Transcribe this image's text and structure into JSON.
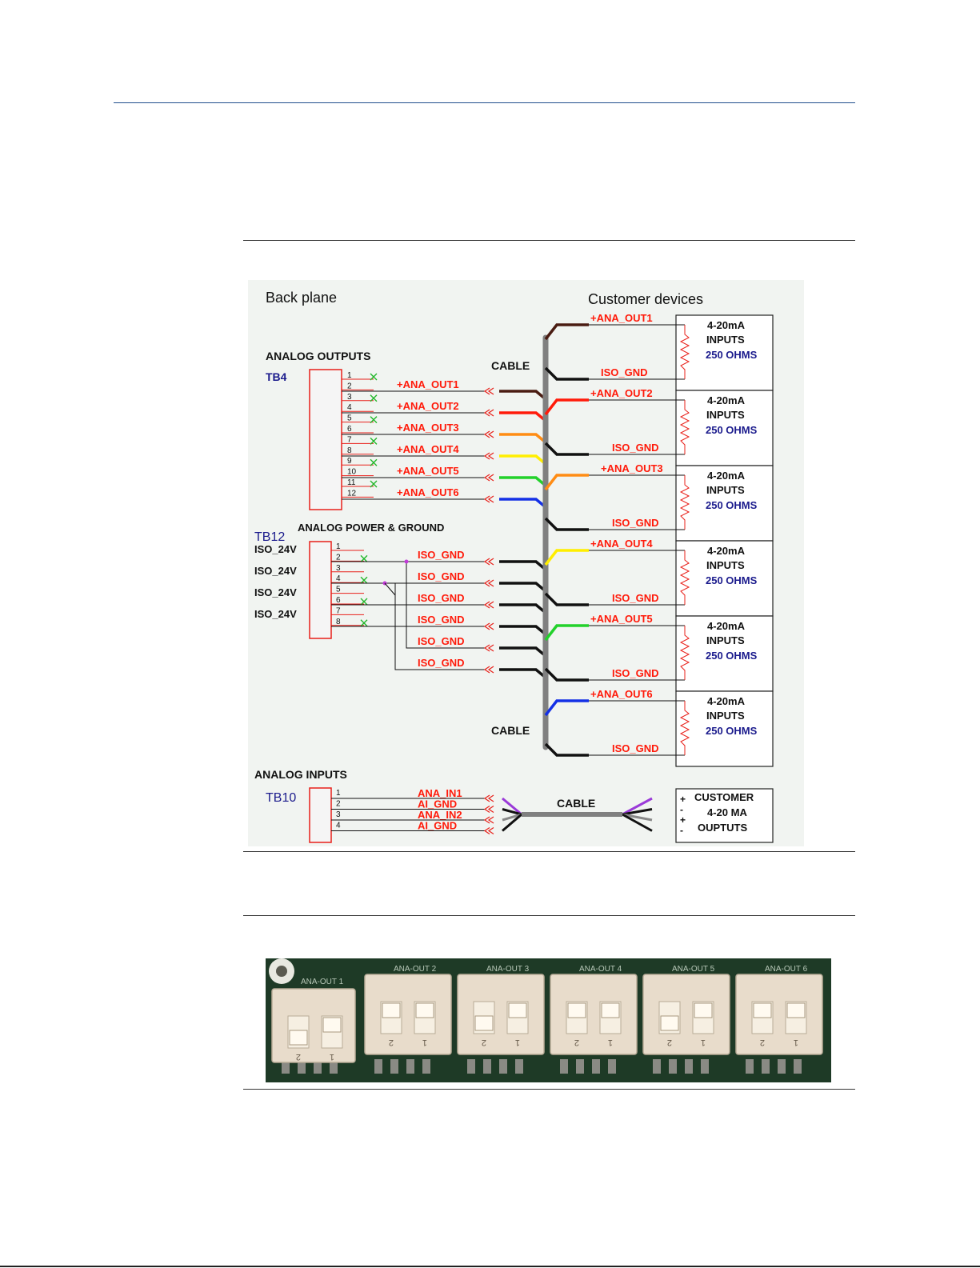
{
  "diagram": {
    "back_plane_label": "Back plane",
    "customer_devices_label": "Customer devices",
    "analog_outputs": {
      "heading": "ANALOG OUTPUTS",
      "terminal": "TB4",
      "pins": [
        "1",
        "2",
        "3",
        "4",
        "5",
        "6",
        "7",
        "8",
        "9",
        "10",
        "11",
        "12"
      ],
      "signals": [
        {
          "label": "+ANA_OUT1",
          "color": "#4a1c12"
        },
        {
          "label": "+ANA_OUT2",
          "color": "#ff1a0a"
        },
        {
          "label": "+ANA_OUT3",
          "color": "#ff8c14"
        },
        {
          "label": "+ANA_OUT4",
          "color": "#ffee00"
        },
        {
          "label": "+ANA_OUT5",
          "color": "#22d12b"
        },
        {
          "label": "+ANA_OUT6",
          "color": "#1430e6"
        }
      ]
    },
    "power_ground": {
      "heading": "ANALOG POWER &  GROUND",
      "terminal": "TB12",
      "pins": [
        "1",
        "2",
        "3",
        "4",
        "5",
        "6",
        "7",
        "8"
      ],
      "iso_24v_labels": [
        "ISO_24V",
        "ISO_24V",
        "ISO_24V",
        "ISO_24V"
      ],
      "gnd_labels": [
        "ISO_GND",
        "ISO_GND",
        "ISO_GND",
        "ISO_GND",
        "ISO_GND",
        "ISO_GND"
      ]
    },
    "cable_label_top": "CABLE",
    "cable_label_bottom": "CABLE",
    "customer_devices": [
      {
        "signal": "+ANA_OUT1",
        "gnd": "ISO_GND",
        "line1": "4-20mA",
        "line2": "INPUTS",
        "ohms": "250 OHMS"
      },
      {
        "signal": "+ANA_OUT2",
        "gnd": "ISO_GND",
        "line1": "4-20mA",
        "line2": "INPUTS",
        "ohms": "250 OHMS"
      },
      {
        "signal": "+ANA_OUT3",
        "gnd": "ISO_GND",
        "line1": "4-20mA",
        "line2": "INPUTS",
        "ohms": "250 OHMS"
      },
      {
        "signal": "+ANA_OUT4",
        "gnd": "ISO_GND",
        "line1": "4-20mA",
        "line2": "INPUTS",
        "ohms": "250 OHMS"
      },
      {
        "signal": "+ANA_OUT5",
        "gnd": "ISO_GND",
        "line1": "4-20mA",
        "line2": "INPUTS",
        "ohms": "250 OHMS"
      },
      {
        "signal": "+ANA_OUT6",
        "gnd": "ISO_GND",
        "line1": "4-20mA",
        "line2": "INPUTS",
        "ohms": "250 OHMS"
      }
    ],
    "analog_inputs": {
      "heading": "ANALOG INPUTS",
      "terminal": "TB10",
      "pins": [
        "1",
        "2",
        "3",
        "4"
      ],
      "signals": [
        "ANA_IN1",
        "AI_GND",
        "ANA_IN2",
        "AI_GND"
      ],
      "cable_label": "CABLE",
      "customer_box": [
        "CUSTOMER",
        "4-20 MA",
        "OUPTUTS"
      ],
      "polarity": [
        "+",
        "-",
        "+",
        "-"
      ]
    }
  },
  "photo": {
    "switch_labels": [
      "ANA-OUT 1",
      "ANA-OUT 2",
      "ANA-OUT 3",
      "ANA-OUT 4",
      "ANA-OUT 5",
      "ANA-OUT 6"
    ],
    "switch_numbers": [
      "2",
      "1"
    ]
  },
  "colors": {
    "header_rule": "#1f4e8c",
    "wire_red": "#e8201a",
    "label_red": "#ff1a0a",
    "label_blue": "#1a1a8c",
    "cable_grey": "#808080",
    "pcb_green": "#1e3a26",
    "switch_beige": "#e8dccb"
  }
}
